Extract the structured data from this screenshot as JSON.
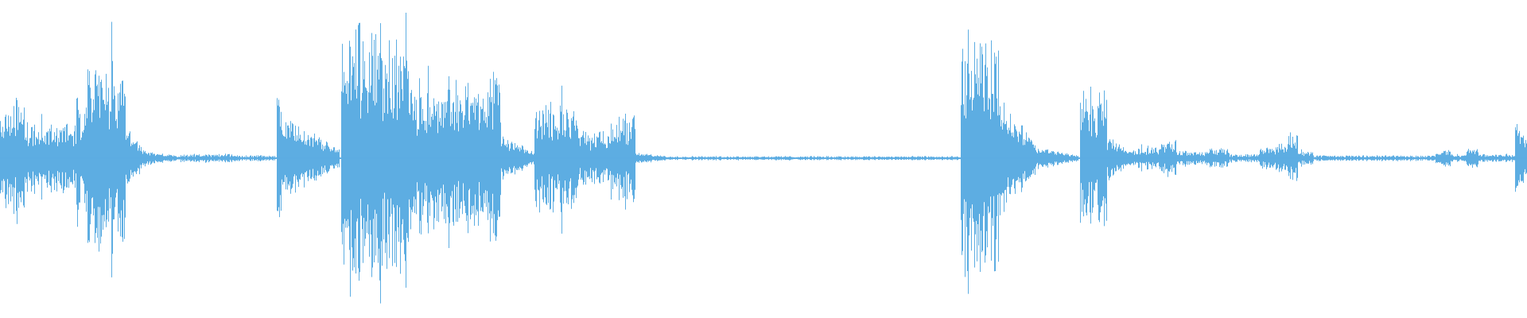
{
  "waveform": {
    "color": "#5dade2",
    "background": "#ffffff",
    "baseline_amplitude": 0.006,
    "segments": [
      {
        "start": 0.0,
        "end": 0.005,
        "level": 0.28,
        "character": "dense"
      },
      {
        "start": 0.005,
        "end": 0.016,
        "level": 0.4,
        "character": "dense"
      },
      {
        "start": 0.016,
        "end": 0.05,
        "level": 0.26,
        "character": "dense"
      },
      {
        "start": 0.05,
        "end": 0.056,
        "level": 0.42,
        "character": "dense"
      },
      {
        "start": 0.056,
        "end": 0.074,
        "level": 0.68,
        "character": "dense"
      },
      {
        "start": 0.074,
        "end": 0.082,
        "level": 0.55,
        "character": "dense"
      },
      {
        "start": 0.082,
        "end": 0.095,
        "level": 0.22,
        "character": "tail"
      },
      {
        "start": 0.095,
        "end": 0.118,
        "level": 0.05,
        "character": "tail"
      },
      {
        "start": 0.118,
        "end": 0.155,
        "level": 0.03,
        "character": "sparse"
      },
      {
        "start": 0.155,
        "end": 0.18,
        "level": 0.02,
        "character": "sparse"
      },
      {
        "start": 0.181,
        "end": 0.186,
        "level": 0.58,
        "character": "attack"
      },
      {
        "start": 0.186,
        "end": 0.222,
        "level": 0.28,
        "character": "tail"
      },
      {
        "start": 0.223,
        "end": 0.245,
        "level": 0.95,
        "character": "dense"
      },
      {
        "start": 0.245,
        "end": 0.27,
        "level": 0.82,
        "character": "dense"
      },
      {
        "start": 0.27,
        "end": 0.315,
        "level": 0.52,
        "character": "dense"
      },
      {
        "start": 0.315,
        "end": 0.328,
        "level": 0.6,
        "character": "dense"
      },
      {
        "start": 0.328,
        "end": 0.35,
        "level": 0.16,
        "character": "tail"
      },
      {
        "start": 0.35,
        "end": 0.378,
        "level": 0.38,
        "character": "dense"
      },
      {
        "start": 0.378,
        "end": 0.4,
        "level": 0.18,
        "character": "dense"
      },
      {
        "start": 0.4,
        "end": 0.416,
        "level": 0.3,
        "character": "dense"
      },
      {
        "start": 0.416,
        "end": 0.44,
        "level": 0.04,
        "character": "tail"
      },
      {
        "start": 0.44,
        "end": 0.628,
        "level": 0.015,
        "character": "sparse"
      },
      {
        "start": 0.629,
        "end": 0.655,
        "level": 0.8,
        "character": "dense"
      },
      {
        "start": 0.655,
        "end": 0.678,
        "level": 0.42,
        "character": "tail"
      },
      {
        "start": 0.678,
        "end": 0.706,
        "level": 0.08,
        "character": "tail"
      },
      {
        "start": 0.707,
        "end": 0.725,
        "level": 0.45,
        "character": "dense"
      },
      {
        "start": 0.725,
        "end": 0.745,
        "level": 0.15,
        "character": "tail"
      },
      {
        "start": 0.745,
        "end": 0.76,
        "level": 0.08,
        "character": "dense"
      },
      {
        "start": 0.76,
        "end": 0.77,
        "level": 0.12,
        "character": "dense"
      },
      {
        "start": 0.77,
        "end": 0.79,
        "level": 0.05,
        "character": "dense"
      },
      {
        "start": 0.79,
        "end": 0.805,
        "level": 0.07,
        "character": "dense"
      },
      {
        "start": 0.805,
        "end": 0.825,
        "level": 0.03,
        "character": "sparse"
      },
      {
        "start": 0.825,
        "end": 0.835,
        "level": 0.08,
        "character": "dense"
      },
      {
        "start": 0.835,
        "end": 0.843,
        "level": 0.1,
        "character": "dense"
      },
      {
        "start": 0.843,
        "end": 0.85,
        "level": 0.18,
        "character": "dense"
      },
      {
        "start": 0.85,
        "end": 0.86,
        "level": 0.05,
        "character": "dense"
      },
      {
        "start": 0.86,
        "end": 0.94,
        "level": 0.02,
        "character": "sparse"
      },
      {
        "start": 0.94,
        "end": 0.95,
        "level": 0.06,
        "character": "dense"
      },
      {
        "start": 0.95,
        "end": 0.96,
        "level": 0.03,
        "character": "sparse"
      },
      {
        "start": 0.96,
        "end": 0.968,
        "level": 0.07,
        "character": "dense"
      },
      {
        "start": 0.968,
        "end": 0.992,
        "level": 0.03,
        "character": "sparse"
      },
      {
        "start": 0.992,
        "end": 1.0,
        "level": 0.3,
        "character": "attack"
      }
    ]
  }
}
